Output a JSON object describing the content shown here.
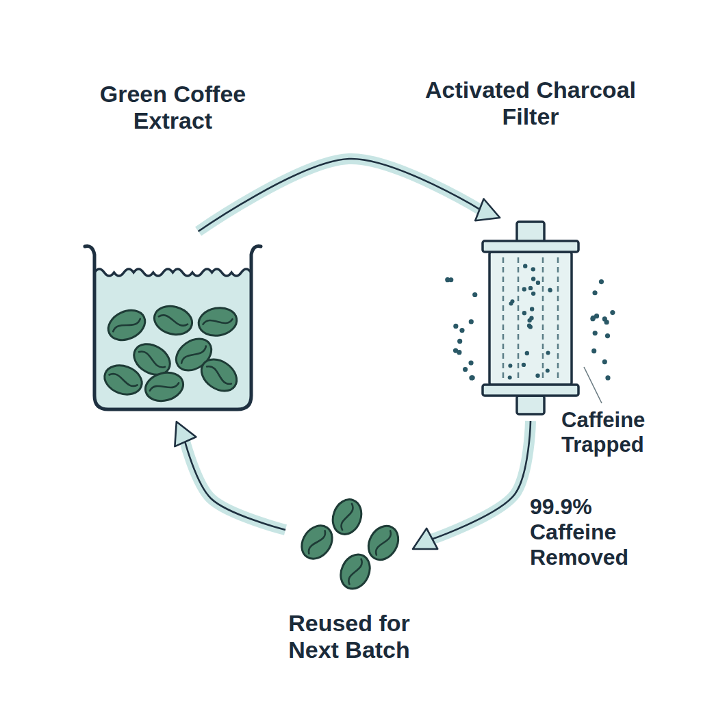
{
  "diagram": {
    "nodes": [
      {
        "text": [
          "Green Coffee Extract"
        ]
      },
      {
        "text": [
          "Activated Charcoal Filter"
        ]
      },
      {
        "text": [
          "Reused for Next Batch"
        ]
      }
    ],
    "edges": [
      {
        "from": 0,
        "to": 1,
        "arrow": "to"
      },
      {
        "from": 1,
        "to": 2,
        "arrow": "to",
        "label": "99.9% Caffeine Removed"
      },
      {
        "from": 2,
        "to": 0,
        "arrow": "to"
      }
    ],
    "labels": [
      "Caffeine Trapped"
    ]
  }
}
